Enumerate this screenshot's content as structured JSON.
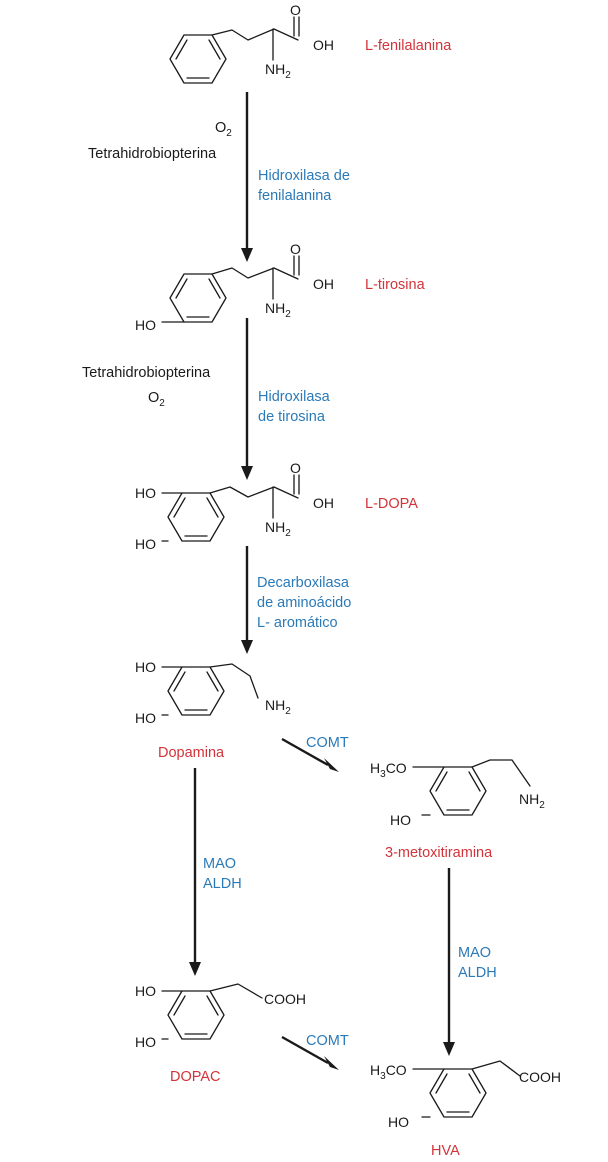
{
  "colors": {
    "enzyme": "#2a7ab8",
    "compound": "#d1343a",
    "ink": "#1a1a1a"
  },
  "compounds": {
    "phenylalanine": "L-fenilalanina",
    "tyrosine": "L-tirosina",
    "ldopa": "L-DOPA",
    "dopamine": "Dopamina",
    "methoxytyramine": "3-metoxitiramina",
    "dopac": "DOPAC",
    "hva": "HVA"
  },
  "atoms": {
    "oxygen": "O",
    "hydroxyl_right": "OH",
    "hydroxyl_left": "HO",
    "amine": "NH",
    "amine_sub": "2",
    "carboxyl": "COOH",
    "methoxy_prefix": "H",
    "methoxy_sub": "3",
    "methoxy_suffix": "CO"
  },
  "cofactors": {
    "step1_o2": "O",
    "step1_o2_sub": "2",
    "step1_bh4": "Tetrahidrobiopterina",
    "step2_bh4": "Tetrahidrobiopterina",
    "step2_o2": "O",
    "step2_o2_sub": "2"
  },
  "enzymes": {
    "step1_line1": "Hidroxilasa de",
    "step1_line2": "fenilalanina",
    "step2_line1": "Hidroxilasa",
    "step2_line2": "de tirosina",
    "step3_line1": "Decarboxilasa",
    "step3_line2": "de aminoácido",
    "step3_line3": "L- aromático",
    "comt_1": "COMT",
    "mao_1": "MAO",
    "aldh_1": "ALDH",
    "mao_2": "MAO",
    "aldh_2": "ALDH",
    "comt_2": "COMT"
  }
}
